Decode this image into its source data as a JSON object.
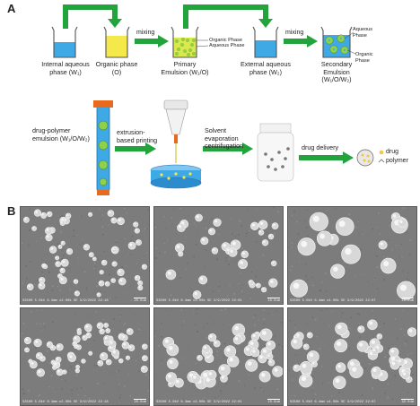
{
  "panel_a": {
    "letter": "A",
    "step1": {
      "internal_phase": "Internal aqueous phase (W₁)",
      "organic_phase": "Organic phase (O)",
      "mixing_1": "mixing",
      "primary_emulsion": "Primary Emulsion (W₁/O)",
      "primary_legend_organic": "Organic Phase",
      "primary_legend_aqueous": "Aqueous Phase",
      "external_phase": "External aqueous phase (W₂)",
      "mixing_2": "mixing",
      "secondary_emulsion": "Secondary Emulsion (W₁/O/W₂)",
      "secondary_legend_aqueous": "Aqueous Phase",
      "secondary_legend_organic": "Organic Phase"
    },
    "step2": {
      "drug_polymer_emulsion": "drug-polymer emulsion (W₁/O/W₂)",
      "extrusion_printing": "extrusion-based printing",
      "solvent_evaporation": "Solvent evaporation centrifugation",
      "drug_delivery": "drug delivery",
      "legend_drug": "drug",
      "legend_polymer": "polymer"
    },
    "colors": {
      "arrow_green": "#23a33c",
      "water_blue": "#3fa9e6",
      "organic_yellow": "#f4e84a",
      "emulsion_green": "#8fd24a"
    }
  },
  "panel_b": {
    "letter": "B",
    "images": [
      {
        "caption": "S3500 5.0kV 6.4mm x2.00k SE 3/9/2022 22:18",
        "scale": "20.0um"
      },
      {
        "caption": "S3500 5.0kV 6.4mm x3.00k SE 3/9/2022 22:01",
        "scale": "10.0um"
      },
      {
        "caption": "S3500 5.0kV 6.4mm x4.00k SE 3/9/2022 22:07",
        "scale": "10.0um"
      },
      {
        "caption": "S3500 5.0kV 6.4mm x2.00k SE 3/9/2022 22:18",
        "scale": "20.0um"
      },
      {
        "caption": "S3500 5.0kV 6.4mm x3.00k SE 3/9/2022 22:01",
        "scale": "10.0um"
      },
      {
        "caption": "S3500 5.0kV 6.4mm x4.00k SE 3/9/2022 22:07",
        "scale": "10.0um"
      }
    ]
  }
}
